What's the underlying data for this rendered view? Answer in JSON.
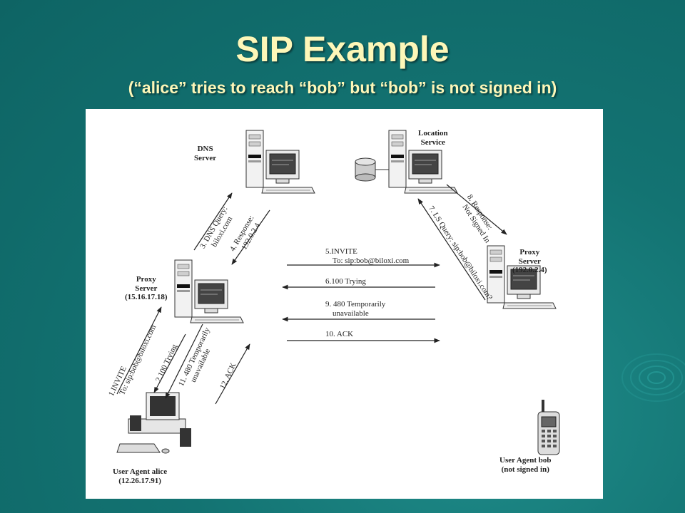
{
  "slide": {
    "title": "SIP Example",
    "subtitle": "(“alice” tries to reach “bob” but “bob” is not signed in)"
  },
  "nodes": {
    "dns": [
      "DNS",
      "Server"
    ],
    "location": [
      "Location",
      "Service"
    ],
    "proxy_left": [
      "Proxy",
      "Server",
      "(15.16.17.18)"
    ],
    "proxy_right": [
      "Proxy",
      "Server",
      "(192.0.2.4)"
    ],
    "alice": [
      "User Agent alice",
      "(12.26.17.91)"
    ],
    "bob": [
      "User Agent bob",
      "(not signed in)"
    ]
  },
  "messages": {
    "m1": [
      "1.INVITE",
      "To: sip:bob@biloxi.com"
    ],
    "m2": "2.100 Trying",
    "m3": [
      "3. DNS Query:",
      "biloxi.com"
    ],
    "m4": [
      "4. Response:",
      "192.0.2.4"
    ],
    "m5": [
      "5.INVITE",
      "To: sip:bob@biloxi.com"
    ],
    "m6": "6.100 Trying",
    "m7": "7. LS Query: sip:bob@biloxi.com?",
    "m8": [
      "8. Response:",
      "Not Signed In"
    ],
    "m9": [
      "9. 480 Temporarily",
      "unavailable"
    ],
    "m10": "10. ACK",
    "m11": [
      "11. 480 Temporarily",
      "unavailable"
    ],
    "m12": "12. ACK"
  },
  "colors": {
    "background": "#137372",
    "title": "#fdf7b8",
    "diagram_bg": "#ffffff",
    "ink": "#222222"
  }
}
